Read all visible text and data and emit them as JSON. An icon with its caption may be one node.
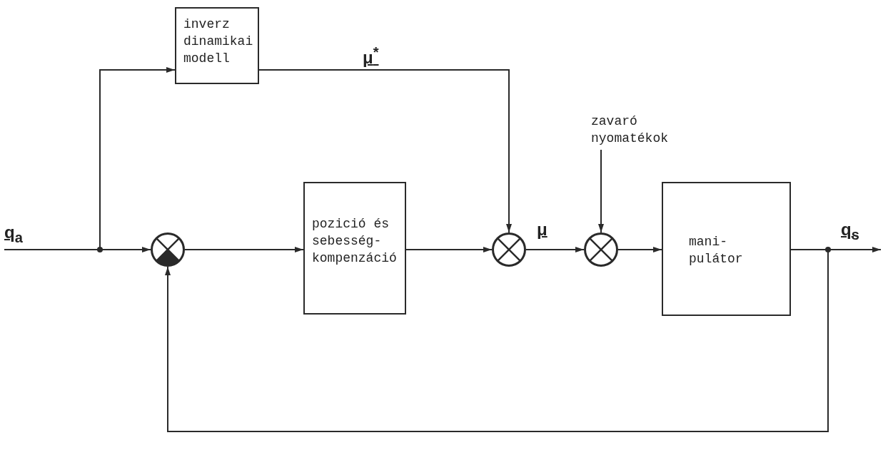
{
  "diagram": {
    "nodes": [
      {
        "text": [
          "q$_{a}$"
        ]
      },
      {
        "text": [
          "inverz dinamikai modell"
        ]
      },
      {
        "text": [],
        "shape": "circle"
      },
      {
        "text": [
          "pozició és sebesség-kompenzáció"
        ]
      },
      {
        "text": [],
        "shape": "circle"
      },
      {
        "text": [],
        "shape": "circle"
      },
      {
        "text": [
          "mani- pulátor"
        ]
      },
      {
        "text": [
          "zavaró nyomatékok"
        ]
      }
    ],
    "edges": [
      {
        "from": 0,
        "to": 1,
        "arrow": "to"
      },
      {
        "from": 0,
        "to": 2,
        "arrow": "to"
      },
      {
        "from": 1,
        "to": 4,
        "arrow": "to",
        "label": "μ$^{*}$"
      },
      {
        "from": 2,
        "to": 3,
        "arrow": "to"
      },
      {
        "from": 3,
        "to": 4,
        "arrow": "to"
      },
      {
        "from": 4,
        "to": 5,
        "arrow": "to",
        "label": "μ"
      },
      {
        "from": 7,
        "to": 5,
        "arrow": "to"
      },
      {
        "from": 5,
        "to": 6,
        "arrow": "to"
      },
      {
        "from": 6,
        "to": null,
        "arrow": "to",
        "label": "q$_{s}$"
      },
      {
        "from": 6,
        "to": 2,
        "arrow": "to"
      }
    ]
  }
}
